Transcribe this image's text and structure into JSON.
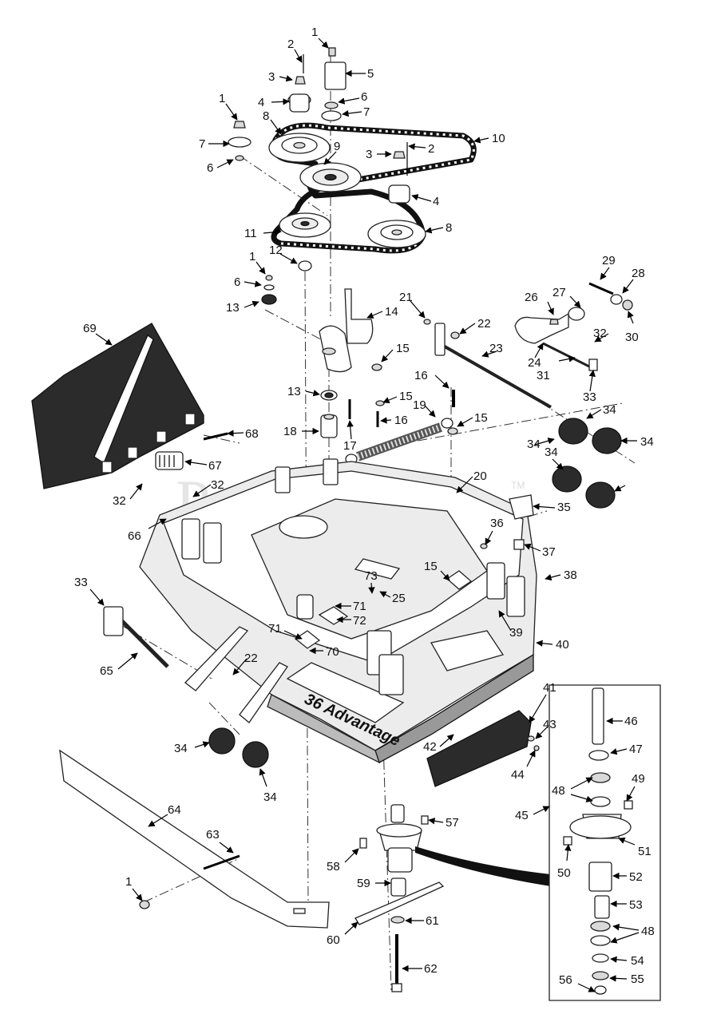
{
  "watermark": {
    "text": "PartsTree",
    "trademark": "TM"
  },
  "deck_branding": "36 Advantage",
  "callouts": [
    {
      "id": "c1a",
      "label": "1"
    },
    {
      "id": "c2a",
      "label": "2"
    },
    {
      "id": "c3a",
      "label": "3"
    },
    {
      "id": "c5",
      "label": "5"
    },
    {
      "id": "c4a",
      "label": "4"
    },
    {
      "id": "c6a",
      "label": "6"
    },
    {
      "id": "c7a",
      "label": "7"
    },
    {
      "id": "c1b",
      "label": "1"
    },
    {
      "id": "c8a",
      "label": "8"
    },
    {
      "id": "c10",
      "label": "10"
    },
    {
      "id": "c7b",
      "label": "7"
    },
    {
      "id": "c9",
      "label": "9"
    },
    {
      "id": "c3b",
      "label": "3"
    },
    {
      "id": "c2b",
      "label": "2"
    },
    {
      "id": "c6b",
      "label": "6"
    },
    {
      "id": "c4b",
      "label": "4"
    },
    {
      "id": "c11",
      "label": "11"
    },
    {
      "id": "c8b",
      "label": "8"
    },
    {
      "id": "c12",
      "label": "12"
    },
    {
      "id": "c1c",
      "label": "1"
    },
    {
      "id": "c29",
      "label": "29"
    },
    {
      "id": "c28",
      "label": "28"
    },
    {
      "id": "c6c",
      "label": "6"
    },
    {
      "id": "c13a",
      "label": "13"
    },
    {
      "id": "c14",
      "label": "14"
    },
    {
      "id": "c21",
      "label": "21"
    },
    {
      "id": "c27",
      "label": "27"
    },
    {
      "id": "c26",
      "label": "26"
    },
    {
      "id": "c22a",
      "label": "22"
    },
    {
      "id": "c30",
      "label": "30"
    },
    {
      "id": "c69",
      "label": "69"
    },
    {
      "id": "c32a",
      "label": "32"
    },
    {
      "id": "c15a",
      "label": "15"
    },
    {
      "id": "c23",
      "label": "23"
    },
    {
      "id": "c24",
      "label": "24"
    },
    {
      "id": "c31",
      "label": "31"
    },
    {
      "id": "c33a",
      "label": "33"
    },
    {
      "id": "c13b",
      "label": "13"
    },
    {
      "id": "c16a",
      "label": "16"
    },
    {
      "id": "c15b",
      "label": "15"
    },
    {
      "id": "c19",
      "label": "19"
    },
    {
      "id": "c16b",
      "label": "16"
    },
    {
      "id": "c15c",
      "label": "15"
    },
    {
      "id": "c34a",
      "label": "34"
    },
    {
      "id": "c18",
      "label": "18"
    },
    {
      "id": "c17",
      "label": "17"
    },
    {
      "id": "c68",
      "label": "68"
    },
    {
      "id": "c34b",
      "label": "34"
    },
    {
      "id": "c34c",
      "label": "34"
    },
    {
      "id": "c67",
      "label": "67"
    },
    {
      "id": "c32b",
      "label": "32"
    },
    {
      "id": "c20",
      "label": "20"
    },
    {
      "id": "c34d",
      "label": "34"
    },
    {
      "id": "c32c",
      "label": "32"
    },
    {
      "id": "c35",
      "label": "35"
    },
    {
      "id": "c66",
      "label": "66"
    },
    {
      "id": "c36",
      "label": "36"
    },
    {
      "id": "c37",
      "label": "37"
    },
    {
      "id": "c73",
      "label": "73"
    },
    {
      "id": "c15d",
      "label": "15"
    },
    {
      "id": "c38",
      "label": "38"
    },
    {
      "id": "c33b",
      "label": "33"
    },
    {
      "id": "c25",
      "label": "25"
    },
    {
      "id": "c71a",
      "label": "71"
    },
    {
      "id": "c72",
      "label": "72"
    },
    {
      "id": "c39",
      "label": "39"
    },
    {
      "id": "c71b",
      "label": "71"
    },
    {
      "id": "c40",
      "label": "40"
    },
    {
      "id": "c70",
      "label": "70"
    },
    {
      "id": "c65",
      "label": "65"
    },
    {
      "id": "c22b",
      "label": "22"
    },
    {
      "id": "c41",
      "label": "41"
    },
    {
      "id": "c46",
      "label": "46"
    },
    {
      "id": "c43",
      "label": "43"
    },
    {
      "id": "c42",
      "label": "42"
    },
    {
      "id": "c34e",
      "label": "34"
    },
    {
      "id": "c44",
      "label": "44"
    },
    {
      "id": "c47",
      "label": "47"
    },
    {
      "id": "c34f",
      "label": "34"
    },
    {
      "id": "c49",
      "label": "49"
    },
    {
      "id": "c48a",
      "label": "48"
    },
    {
      "id": "c64",
      "label": "64"
    },
    {
      "id": "c57",
      "label": "57"
    },
    {
      "id": "c45",
      "label": "45"
    },
    {
      "id": "c63",
      "label": "63"
    },
    {
      "id": "c58",
      "label": "58"
    },
    {
      "id": "c51",
      "label": "51"
    },
    {
      "id": "c50",
      "label": "50"
    },
    {
      "id": "c52",
      "label": "52"
    },
    {
      "id": "c1d",
      "label": "1"
    },
    {
      "id": "c59",
      "label": "59"
    },
    {
      "id": "c53",
      "label": "53"
    },
    {
      "id": "c61",
      "label": "61"
    },
    {
      "id": "c48b",
      "label": "48"
    },
    {
      "id": "c60",
      "label": "60"
    },
    {
      "id": "c54",
      "label": "54"
    },
    {
      "id": "c62",
      "label": "62"
    },
    {
      "id": "c56",
      "label": "56"
    },
    {
      "id": "c55",
      "label": "55"
    }
  ]
}
